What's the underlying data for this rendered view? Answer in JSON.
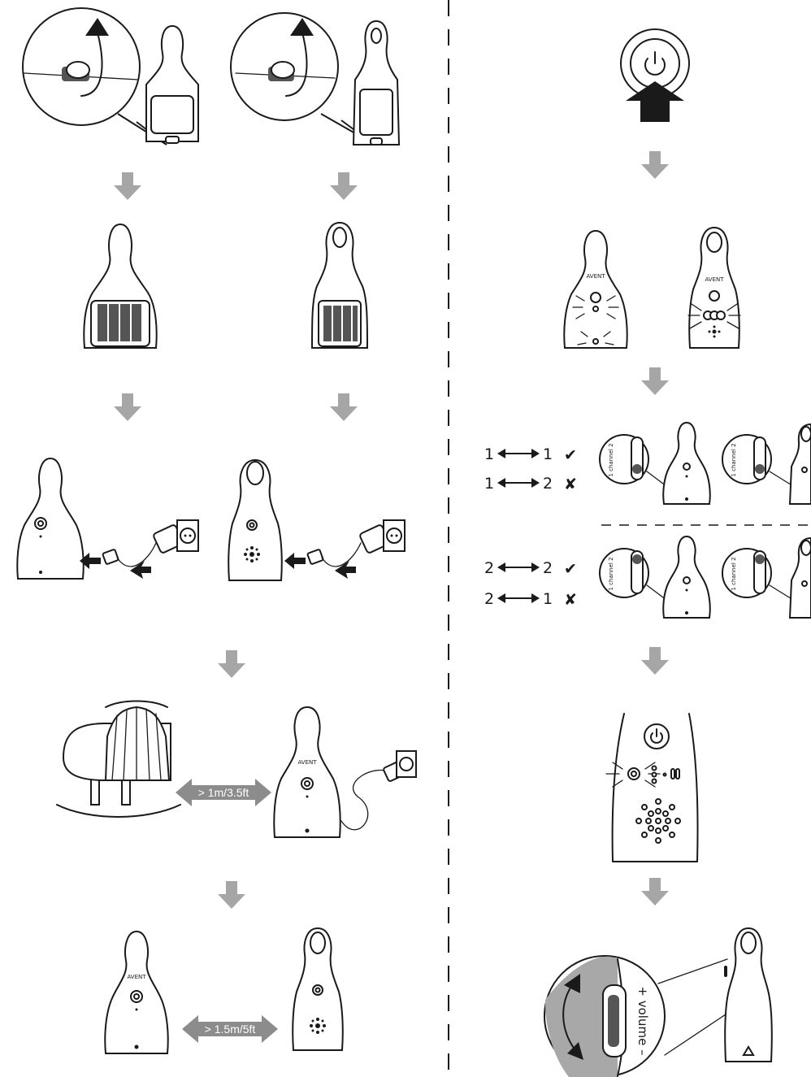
{
  "pairing": {
    "rows": [
      {
        "label_a": "1",
        "label_b": "1",
        "mark": "✔"
      },
      {
        "label_a": "1",
        "label_b": "2",
        "mark": "✘"
      },
      {
        "label_a": "2",
        "label_b": "2",
        "mark": "✔"
      },
      {
        "label_a": "2",
        "label_b": "1",
        "mark": "✘"
      }
    ],
    "channel_switch_text": "1 channel 2"
  },
  "distances": {
    "baby_unit_to_cot": "> 1m/3.5ft",
    "between_units": "> 1.5m/5ft"
  },
  "volume_label": "+ volume –",
  "brand_small": "AVENT",
  "colors": {
    "line": "#1a1a1a",
    "arrow_grey": "#a6a6a6",
    "white": "#ffffff"
  },
  "icons": [
    "power-icon",
    "down-arrow-icon",
    "curved-arrow-icon",
    "check-icon",
    "cross-icon",
    "double-arrow-icon",
    "plug-icon",
    "socket-icon",
    "cradle-icon"
  ]
}
